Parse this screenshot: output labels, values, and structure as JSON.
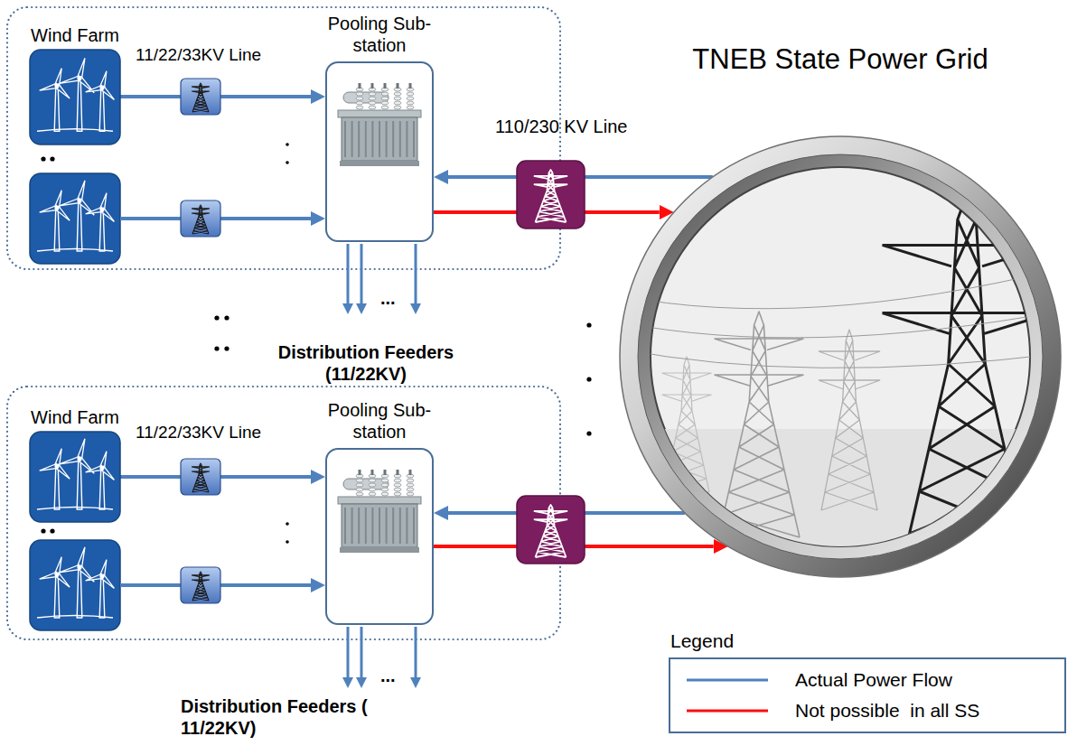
{
  "diagram": {
    "nodes": [
      {
        "text": [
          "Wind Farm"
        ]
      },
      {
        "text": [
          "Pooling Sub- station"
        ]
      },
      {
        "text": [
          "TNEB State Power Grid"
        ]
      },
      {
        "text": [
          "Wind Farm"
        ]
      },
      {
        "text": [
          "Pooling Sub- station"
        ]
      }
    ],
    "edges": [
      {
        "from": 0,
        "to": 1,
        "arrow": "to"
      },
      {
        "from": 2,
        "to": 1,
        "arrow": "to"
      },
      {
        "from": 1,
        "to": 2,
        "arrow": "to"
      },
      {
        "from": 3,
        "to": 4,
        "arrow": "to"
      },
      {
        "from": 2,
        "to": 4,
        "arrow": "to"
      },
      {
        "from": 4,
        "to": 2,
        "arrow": "to"
      }
    ],
    "labels": [
      "11/22/33KV Line",
      "110/230 KV Line",
      "...",
      "Distribution Feeders (11/22KV)",
      "11/22/33KV Line",
      "...",
      "Distribution Feeders ( 11/22KV)",
      "Legend"
    ],
    "legend": [
      {
        "text": "Actual Power Flow"
      },
      {
        "text": "Not possible  in all SS"
      }
    ]
  }
}
